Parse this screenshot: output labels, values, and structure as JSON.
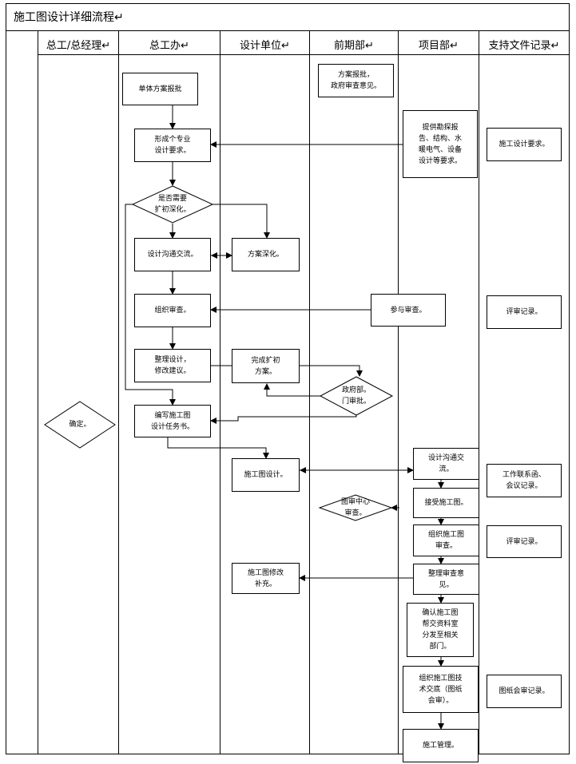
{
  "title": "施工图设计详细流程↵",
  "columns": [
    "总工/总经理↵",
    "总工办↵",
    "设计单位↵",
    "前期部↵",
    "项目部↵",
    "支持文件记录↵"
  ],
  "boxes": {
    "fangan_baopi": "方案报批，\n政府审查意见。",
    "danti_fangan": "单体方案报批",
    "tigong_kancha": "提供勘探报\n告、结构、水\n暖电气、设备\n设计等要求。",
    "shigong_yaoqiu": "施工设计要求。",
    "xingcheng": "形成个专业\n设计要求。",
    "sheji_goutong": "设计沟通交流。",
    "fangan_shenhua": "方案深化。",
    "zuzhi_shencha": "组织审查。",
    "canyu_shencha": "参与审查。",
    "pingshen_1": "评审记录。",
    "zhengli_sheji": "整理设计，\n修改建议。",
    "wancheng_kuochu": "完成扩初\n方案。",
    "bianxie": "编写施工图\n设计任务书。",
    "shigongtu_sheji": "施工图设计。",
    "sheji_goutong_2": "设计沟通交\n流。",
    "gongzuo_lianxi": "工作联系函、\n会议记录。",
    "jieshou": "接受施工图。",
    "zuzhi_shigongtu": "组织施工图\n审查。",
    "pingshen_2": "评审记录。",
    "xiugai_buchong": "施工图修改\n补充。",
    "zhengli_shencha": "整理审查意\n见。",
    "queren": "确认施工图\n帮交资料室\n分发至相关\n部门。",
    "jishu_jiaodi": "组织施工图技\n术交底（图纸\n会审）。",
    "huishen_jilu": "图纸会审记录。",
    "shigong_guanli": "施工管理。"
  },
  "diamonds": {
    "queding": "确定。",
    "shifou": "是否需要\n扩初深化。",
    "zhengfu_shenpi": "政府部。\n门审批。",
    "tushen": "图审中心\n审查。"
  }
}
